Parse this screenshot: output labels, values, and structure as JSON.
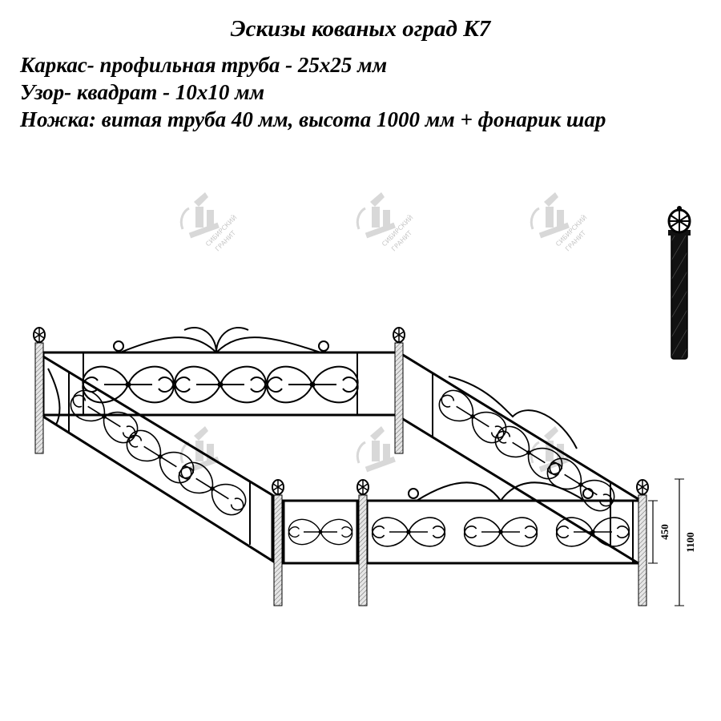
{
  "title": "Эскизы кованых оград К7",
  "specs": [
    "Каркас- профильная труба - 25х25 мм",
    "Узор- квадрат - 10х10 мм",
    "Ножка: витая труба 40 мм, высота 1000 мм + фонарик шар"
  ],
  "watermark": {
    "line1": "СИБИРСКИЙ",
    "line2": "ГРАНИТ",
    "icon": "granite-monument-logo"
  },
  "dimensions": {
    "height_panel": "450",
    "height_total": "1100"
  },
  "colors": {
    "ink": "#000000",
    "watermark": "#c8c8c8",
    "post_fill": "#d9d9d9"
  }
}
